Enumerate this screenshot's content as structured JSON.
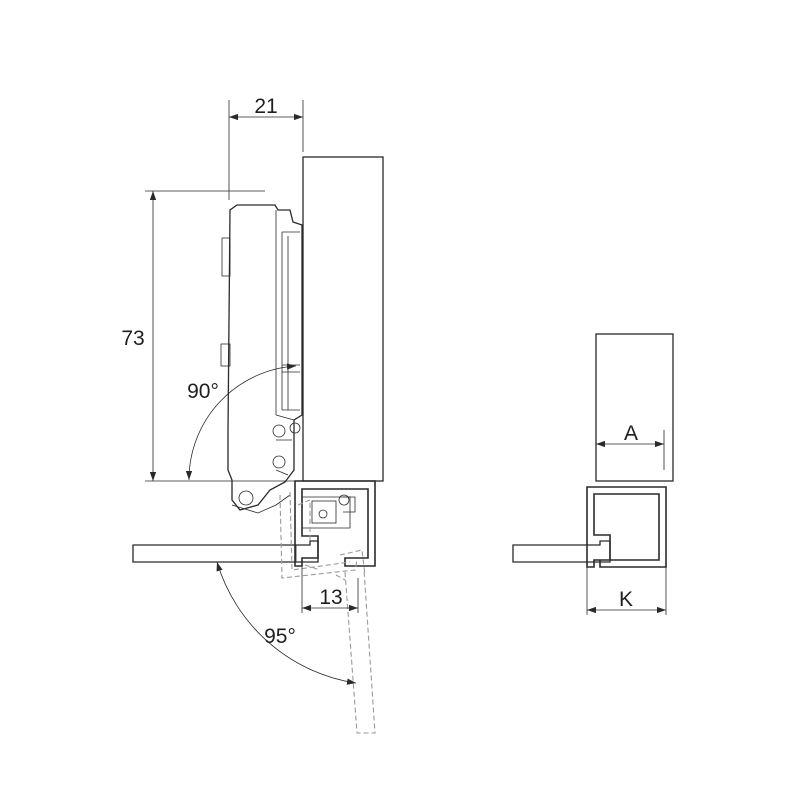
{
  "diagram": {
    "dimensions": {
      "width_top": "21",
      "height_left": "73",
      "offset_bottom": "13",
      "angle_open": "90°",
      "angle_max": "95°",
      "gap_a": "A",
      "gap_k": "K"
    },
    "colors": {
      "line": "#2a2a2a",
      "hidden_line": "#9a9a9a",
      "background": "#ffffff"
    }
  }
}
